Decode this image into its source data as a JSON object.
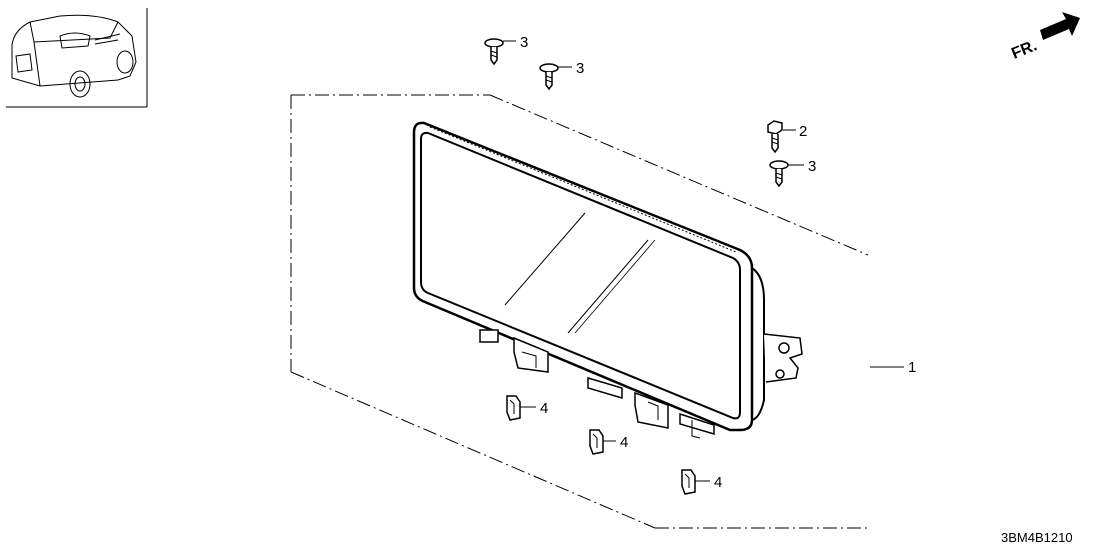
{
  "direction_marker": {
    "text": "FR."
  },
  "diagram_code": "3BM4B1210",
  "callouts": [
    {
      "id": "part-1",
      "number": "1"
    },
    {
      "id": "bolt-2",
      "number": "2"
    },
    {
      "id": "screw-3a",
      "number": "3"
    },
    {
      "id": "screw-3b",
      "number": "3"
    },
    {
      "id": "screw-3c",
      "number": "3"
    },
    {
      "id": "clip-4a",
      "number": "4"
    },
    {
      "id": "clip-4b",
      "number": "4"
    },
    {
      "id": "clip-4c",
      "number": "4"
    }
  ],
  "icons": [
    "vehicle-location-icon",
    "front-arrow-icon",
    "screw-icon",
    "bolt-icon",
    "clip-icon"
  ]
}
